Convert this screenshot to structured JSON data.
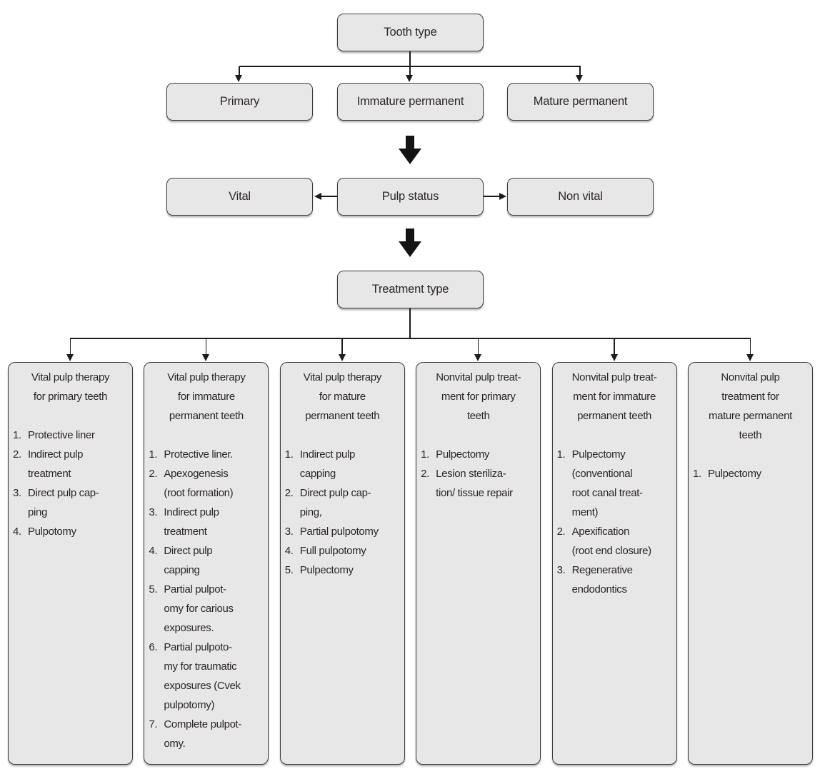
{
  "colors": {
    "box_fill": "#e8e7e7",
    "box_border": "#3c3c3c",
    "text": "#2a2628",
    "line": "#1c1c1c"
  },
  "diagram": {
    "root": {
      "label": "Tooth type"
    },
    "tooth_types": [
      {
        "label": "Primary"
      },
      {
        "label": "Immature permanent"
      },
      {
        "label": "Mature permanent"
      }
    ],
    "pulp_row": {
      "left": "Vital",
      "center": "Pulp status",
      "right": "Non vital"
    },
    "treatment": {
      "label": "Treatment type"
    },
    "columns": [
      {
        "title": "Vital pulp therapy\nfor primary teeth",
        "items": [
          {
            "num": "1.",
            "text": "Protective liner"
          },
          {
            "num": "2.",
            "text": "Indirect pulp\ntreatment"
          },
          {
            "num": "3.",
            "text": "Direct pulp cap-\nping"
          },
          {
            "num": "4.",
            "text": "Pulpotomy"
          }
        ]
      },
      {
        "title": "Vital pulp therapy\nfor immature\npermanent teeth",
        "items": [
          {
            "num": "1.",
            "text": "Protective liner."
          },
          {
            "num": "2.",
            "text": "Apexogenesis\n(root formation)"
          },
          {
            "num": "3.",
            "text": "Indirect pulp\ntreatment"
          },
          {
            "num": "4.",
            "text": "Direct pulp\ncapping"
          },
          {
            "num": "5.",
            "text": "Partial pulpot-\nomy for carious\nexposures."
          },
          {
            "num": "6.",
            "text": "Partial pulpoto-\nmy for traumatic\nexposures (Cvek\npulpotomy)"
          },
          {
            "num": "7.",
            "text": "Complete pulpot-\nomy."
          }
        ]
      },
      {
        "title": "Vital pulp therapy\nfor mature\npermanent teeth",
        "items": [
          {
            "num": "1.",
            "text": "Indirect pulp\ncapping"
          },
          {
            "num": "2.",
            "text": "Direct pulp cap-\nping,"
          },
          {
            "num": "3.",
            "text": "Partial pulpotomy"
          },
          {
            "num": "4.",
            "text": "Full pulpotomy"
          },
          {
            "num": "5.",
            "text": "Pulpectomy"
          }
        ]
      },
      {
        "title": "Nonvital pulp treat-\nment for primary\nteeth",
        "items": [
          {
            "num": "1.",
            "text": "Pulpectomy"
          },
          {
            "num": "2.",
            "text": "Lesion steriliza-\ntion/ tissue repair"
          }
        ]
      },
      {
        "title": "Nonvital pulp treat-\nment for immature\npermanent teeth",
        "items": [
          {
            "num": "1.",
            "text": "Pulpectomy\n(conventional\nroot canal treat-\nment)"
          },
          {
            "num": "2.",
            "text": "Apexification\n(root end closure)"
          },
          {
            "num": "3.",
            "text": "Regenerative\nendodontics"
          }
        ]
      },
      {
        "title": "Nonvital pulp\ntreatment for\nmature permanent\nteeth",
        "items": [
          {
            "num": "1.",
            "text": "Pulpectomy"
          }
        ]
      }
    ]
  }
}
